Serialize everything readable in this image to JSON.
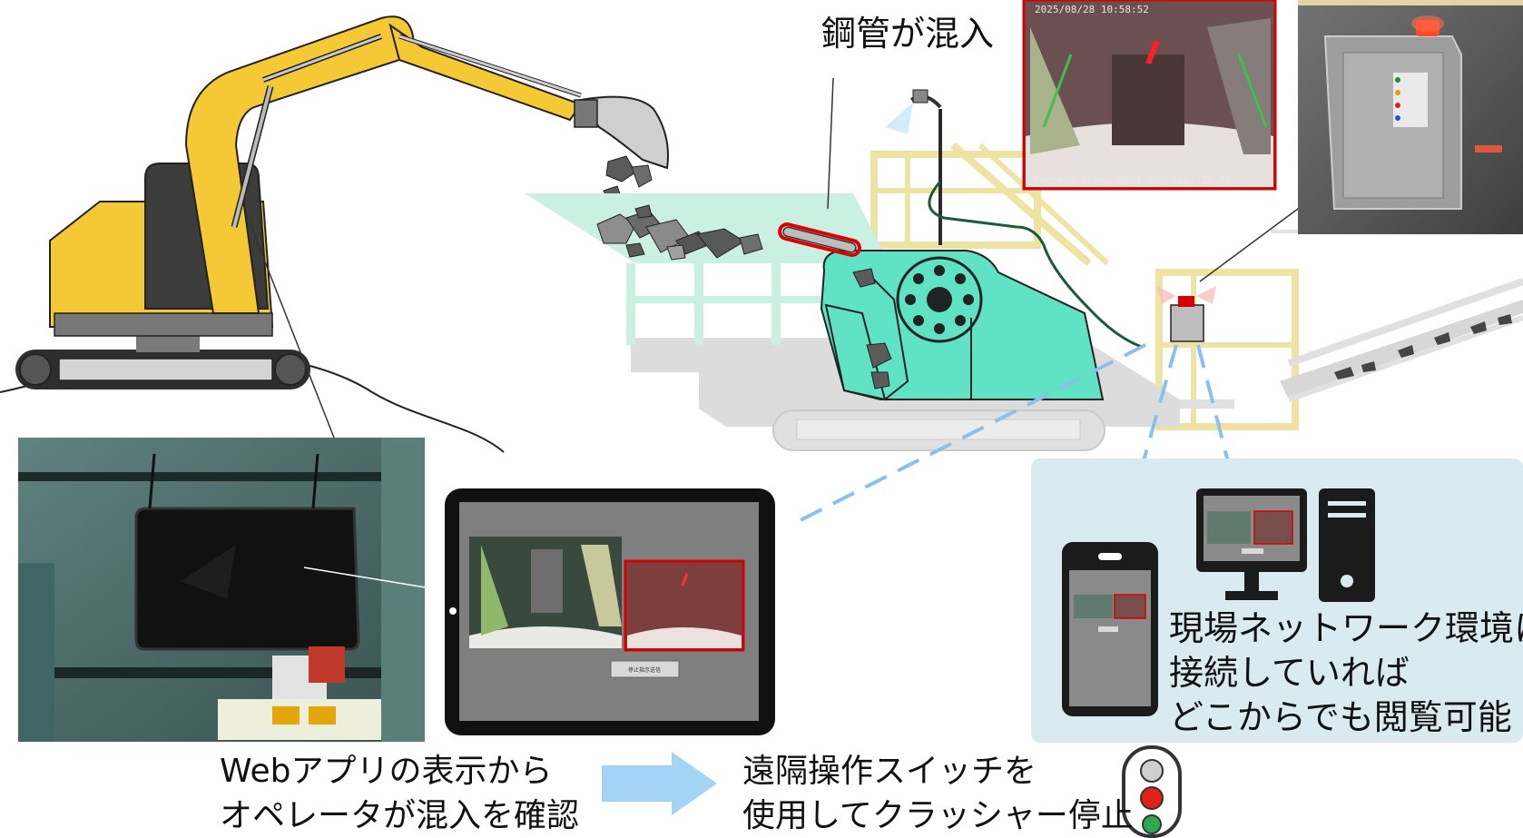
{
  "labels": {
    "steel_pipe": "鋼管が混入",
    "network_line1": "現場ネットワーク環境に",
    "network_line2": "接続していれば",
    "network_line3": "どこからでも閲覧可能",
    "web_line1": "Webアプリの表示から",
    "web_line2": "オペレータが混入を確認",
    "stop_line1": "遠隔操作スイッチを",
    "stop_line2": "使用してクラッシャー停止"
  },
  "camera_overlay": {
    "timestamp": "2025/08/28 10:58:52",
    "status": "Process Time: 98.4 ms, fps: 10.69"
  },
  "tablet_ui": {
    "button_label": "停止指示送信"
  },
  "icons": [
    "excavator-icon",
    "crusher-icon",
    "camera-icon",
    "warning-lamp-icon",
    "tablet-icon",
    "smartphone-icon",
    "desktop-pc-icon",
    "traffic-light-icon",
    "arrow-right-icon"
  ],
  "colors": {
    "excavator": "#f5c935",
    "crusher_body": "#5fe3c4",
    "hopper": "#c9f0e1",
    "frame": "#f3e9a8",
    "alert": "#e00000",
    "link_dash": "#8bbfec",
    "network_panel": "#daeaf1",
    "arrow": "#a3d4f5"
  }
}
